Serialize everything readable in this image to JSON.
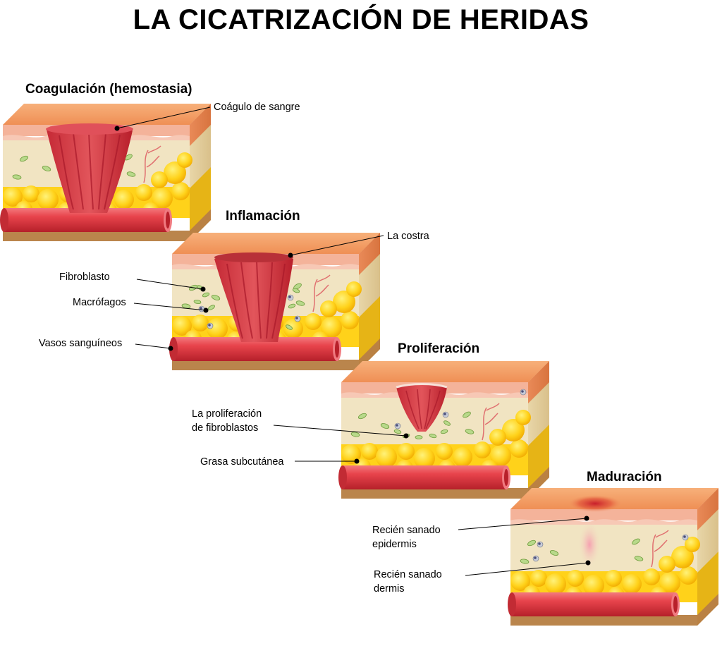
{
  "title": "LA CICATRIZACIÓN DE HERIDAS",
  "stages": [
    {
      "title": "Coagulación (hemostasia)"
    },
    {
      "title": "Inflamación"
    },
    {
      "title": "Proliferación"
    },
    {
      "title": "Maduración"
    }
  ],
  "labels": {
    "coagulo": "Coágulo de sangre",
    "costra": "La costra",
    "fibroblasto": "Fibroblasto",
    "macrofagos": "Macrófagos",
    "vasos": "Vasos sanguíneos",
    "prolif_line1": "La proliferación",
    "prolif_line2": "de fibroblastos",
    "grasa": "Grasa subcutánea",
    "epid_line1": "Recién sanado",
    "epid_line2": "epidermis",
    "derm_line1": "Recién sanado",
    "derm_line2": "dermis"
  },
  "colors": {
    "epidermis_top": "#f2a26a",
    "epidermis_side": "#f6b89a",
    "dermis": "#f1e4c2",
    "fat": "#ffd21a",
    "vessel": "#e8444c",
    "base": "#c9955a",
    "clot": "#d9454e"
  }
}
